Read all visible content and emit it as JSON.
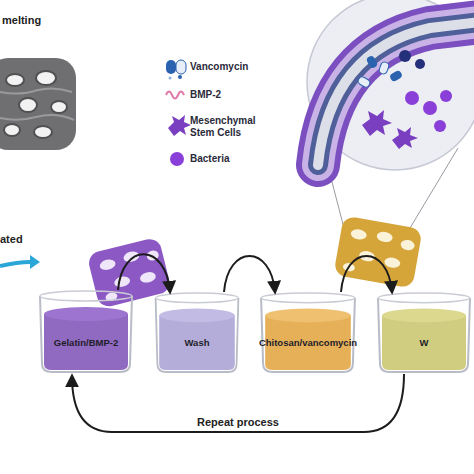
{
  "diagram": {
    "nodes": [
      {
        "text": [
          "Gelatin/BMP-2"
        ]
      },
      {
        "text": [
          "Wash"
        ]
      },
      {
        "text": [
          "Chitosan/vancomycin"
        ]
      },
      {
        "text": [
          "W"
        ]
      }
    ],
    "edges": [
      {
        "from": 0,
        "to": 1,
        "arrow": "to"
      },
      {
        "from": 1,
        "to": 2,
        "arrow": "to"
      },
      {
        "from": 2,
        "to": 3,
        "arrow": "to"
      },
      {
        "from": 3,
        "to": 0,
        "label": "Repeat process",
        "arrow": "to"
      }
    ],
    "labels": [
      "melting",
      "ated"
    ],
    "legend": [
      {
        "text": "Vancomycin"
      },
      {
        "text": "BMP-2"
      },
      {
        "text": "Mesenchymal Stem Cells"
      },
      {
        "text": "Bacteria"
      }
    ]
  }
}
